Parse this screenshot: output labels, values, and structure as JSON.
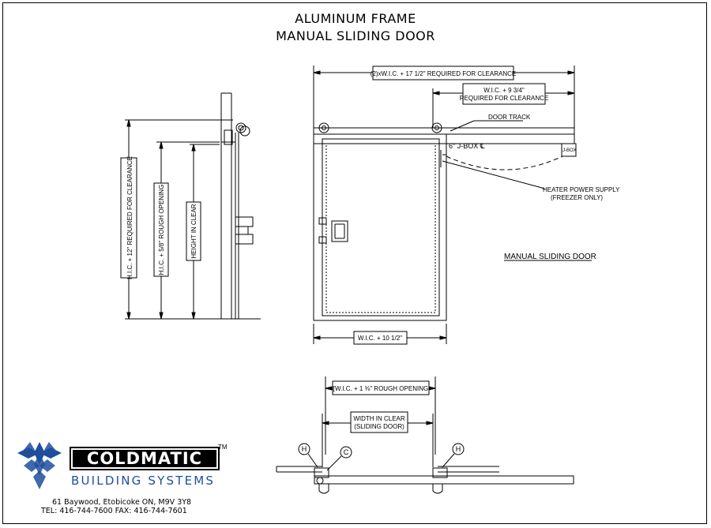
{
  "title": {
    "line1": "ALUMINUM FRAME",
    "line2": "MANUAL SLIDING DOOR"
  },
  "labels": {
    "hic12": "H.I.C. + 12\" REQUIRED FOR CLEARANCE",
    "hic58": "H.I.C. + 5/8\" ROUGH OPENING",
    "height_clear": "HEIGHT IN CLEAR",
    "clear_2x": "(2)xW.I.C. + 17 1/2\" REQUIRED FOR CLEARANCE",
    "wic934_1": "W.I.C. + 9 3/4\"",
    "wic934_2": "REQUIRED FOR CLEARANCE",
    "door_track": "DOOR TRACK",
    "jbox_line": "6\" J-BOX ℄",
    "jbox_tag": "J-BOX",
    "heater_1": "HEATER POWER SUPPLY",
    "heater_2": "(FREEZER ONLY)",
    "manual_sliding": "MANUAL SLIDING DOOR",
    "wic1012": "W.I.C. + 10 1/2\"",
    "rough_opening": "[W.I.C. + 1 ⅜\" ROUGH OPENING",
    "width_clear_1": "WIDTH IN CLEAR",
    "width_clear_2": "(SLIDING DOOR)",
    "callout_h": "H",
    "callout_c": "C"
  },
  "company": {
    "name": "COLDMATIC",
    "tm": "TM",
    "sub": "BUILDING SYSTEMS",
    "address": "61 Baywood, Etobicoke  ON, M9V 3Y8",
    "tel": "TEL:  416-744-7600     FAX:  416-744-7601"
  },
  "colors": {
    "logo_blue": "#1e4f9c",
    "line": "#000000"
  }
}
